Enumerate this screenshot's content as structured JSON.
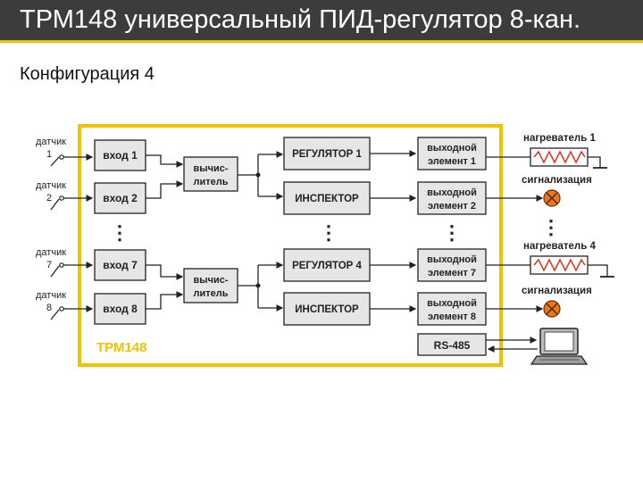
{
  "header": {
    "title": "ТРМ148 универсальный ПИД-регулятор 8-кан.",
    "subtitle": "Конфигурация 4"
  },
  "colors": {
    "header_bg": "#3c3c3c",
    "accent": "#f2c200",
    "frame": "#f2c200",
    "block_fill": "#e6e6e6",
    "heater_accent": "#d9341c",
    "alarm_fill": "#e87722"
  },
  "diagram": {
    "device_label": "ТРМ148",
    "sensors": [
      {
        "word": "датчик",
        "num": "1"
      },
      {
        "word": "датчик",
        "num": "2"
      },
      {
        "word": "датчик",
        "num": "7"
      },
      {
        "word": "датчик",
        "num": "8"
      }
    ],
    "inputs": [
      "вход 1",
      "вход 2",
      "вход 7",
      "вход 8"
    ],
    "calculators": [
      {
        "line1": "вычис-",
        "line2": "литель"
      },
      {
        "line1": "вычис-",
        "line2": "литель"
      }
    ],
    "controllers": [
      "РЕГУЛЯТОР 1",
      "ИНСПЕКТОР",
      "РЕГУЛЯТОР 4",
      "ИНСПЕКТОР"
    ],
    "outputs": [
      {
        "line1": "выходной",
        "line2": "элемент 1"
      },
      {
        "line1": "выходной",
        "line2": "элемент 2"
      },
      {
        "line1": "выходной",
        "line2": "элемент 7"
      },
      {
        "line1": "выходной",
        "line2": "элемент 8"
      }
    ],
    "loads": [
      "нагреватель 1",
      "сигнализация",
      "нагреватель 4",
      "сигнализация"
    ],
    "interface": "RS-485",
    "ellipsis": "⋮",
    "icons": [
      "heater-icon",
      "alarm-lamp-icon",
      "laptop-icon",
      "sensor-switch-icon"
    ]
  }
}
